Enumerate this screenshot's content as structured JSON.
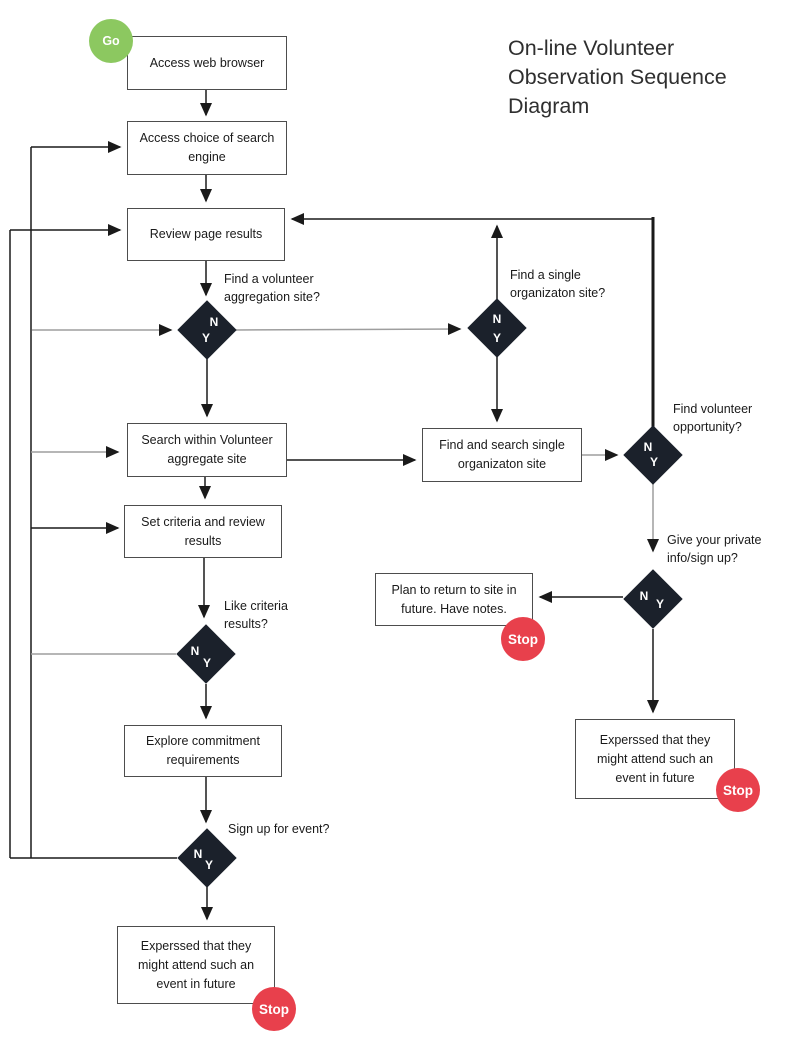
{
  "title": {
    "text": "On-line Volunteer\nObservation Sequence\nDiagram"
  },
  "start": {
    "label": "Go"
  },
  "stop": {
    "label": "Stop"
  },
  "colors": {
    "diamond_fill": "#1b212b",
    "go_green": "#8cc860",
    "stop_red": "#e8404c",
    "line_black": "#1a1a1a",
    "line_gray": "#9e9e9e",
    "box_border": "#4d4d4d"
  },
  "processes": [
    {
      "id": "access-web-browser",
      "text": "Access web browser"
    },
    {
      "id": "access-search-engine",
      "text": "Access choice of search\nengine"
    },
    {
      "id": "review-page-results",
      "text": "Review page results"
    },
    {
      "id": "search-within-aggregate",
      "text": "Search within Volunteer\naggregate site"
    },
    {
      "id": "find-search-single",
      "text": "Find and search single\norganizaton site"
    },
    {
      "id": "set-criteria",
      "text": "Set criteria and review\nresults"
    },
    {
      "id": "plan-return",
      "text": "Plan to return to site in\nfuture. Have notes."
    },
    {
      "id": "explore-commitment",
      "text": "Explore commitment\nrequirements"
    },
    {
      "id": "expressed-attend-right",
      "text": "Experssed that they\nmight attend such an\nevent in future"
    },
    {
      "id": "expressed-attend-bottom",
      "text": "Experssed that they\nmight attend such an\nevent in future"
    }
  ],
  "decisions": [
    {
      "id": "find-aggregation-site",
      "question": "Find a volunteer\naggregation site?",
      "n_label": "N",
      "y_label": "Y"
    },
    {
      "id": "find-single-site",
      "question": "Find a single\norganizaton site?",
      "n_label": "N",
      "y_label": "Y"
    },
    {
      "id": "find-opportunity",
      "question": "Find volunteer\nopportunity?",
      "n_label": "N",
      "y_label": "Y"
    },
    {
      "id": "give-private-info",
      "question": "Give your private\ninfo/sign up?",
      "n_label": "N",
      "y_label": "Y"
    },
    {
      "id": "like-criteria-results",
      "question": "Like criteria\nresults?",
      "n_label": "N",
      "y_label": "Y"
    },
    {
      "id": "sign-up-for-event",
      "question": "Sign up for event?",
      "n_label": "N",
      "y_label": "Y"
    }
  ]
}
